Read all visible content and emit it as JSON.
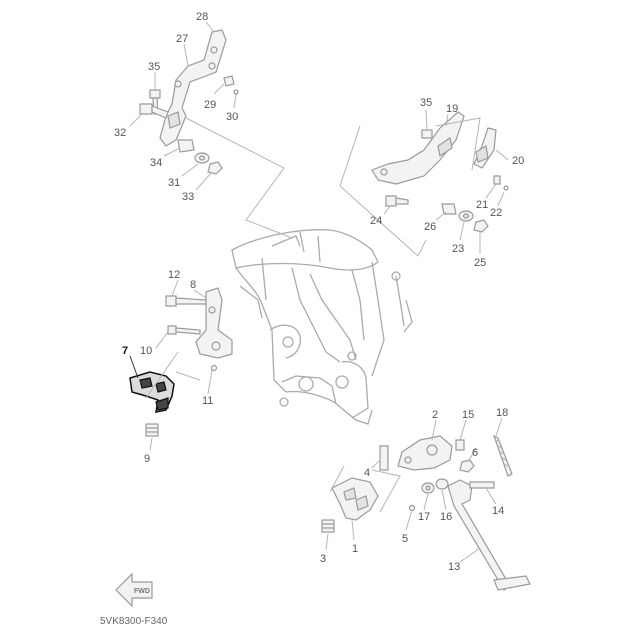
{
  "diagram": {
    "drawing_code": "5VK8300-F340",
    "fwd_label": "FWD",
    "callouts": [
      "28",
      "27",
      "35",
      "29",
      "30",
      "32",
      "34",
      "31",
      "33",
      "35",
      "19",
      "20",
      "21",
      "22",
      "24",
      "26",
      "23",
      "25",
      "12",
      "8",
      "10",
      "7",
      "11",
      "9",
      "2",
      "15",
      "18",
      "6",
      "4",
      "17",
      "16",
      "14",
      "5",
      "3",
      "1",
      "13"
    ],
    "highlighted_callout": "7"
  }
}
